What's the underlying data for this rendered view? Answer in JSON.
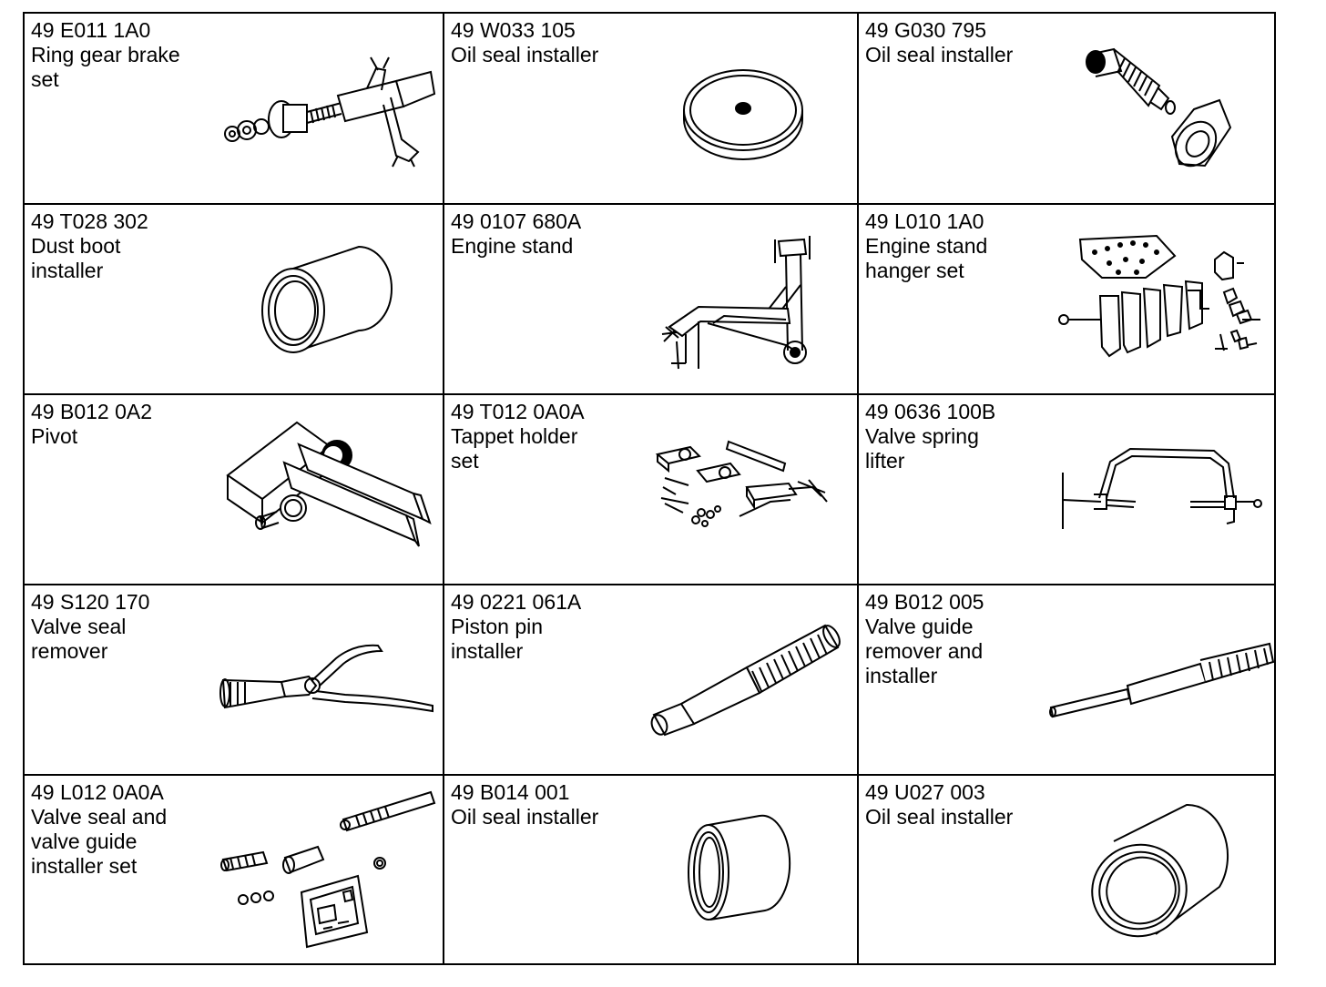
{
  "tools": [
    {
      "code": "49 E011 1A0",
      "desc": [
        "Ring gear brake",
        "set"
      ],
      "icon": "ring-gear-brake-icon"
    },
    {
      "code": "49 W033 105",
      "desc": [
        "Oil seal installer"
      ],
      "icon": "disc-seal-installer-icon"
    },
    {
      "code": "49 G030 795",
      "desc": [
        "Oil seal installer"
      ],
      "icon": "threaded-installer-icon"
    },
    {
      "code": "49 T028 302",
      "desc": [
        "Dust boot",
        "installer"
      ],
      "icon": "cylinder-installer-icon"
    },
    {
      "code": "49 0107 680A",
      "desc": [
        "Engine stand"
      ],
      "icon": "engine-stand-icon"
    },
    {
      "code": "49 L010 1A0",
      "desc": [
        "Engine stand",
        "hanger set"
      ],
      "icon": "hanger-set-icon"
    },
    {
      "code": "49 B012 0A2",
      "desc": [
        "Pivot"
      ],
      "icon": "pivot-icon"
    },
    {
      "code": "49 T012 0A0A",
      "desc": [
        "Tappet holder",
        "set"
      ],
      "icon": "tappet-holder-icon"
    },
    {
      "code": "49 0636 100B",
      "desc": [
        "Valve spring",
        "lifter"
      ],
      "icon": "valve-spring-lifter-icon"
    },
    {
      "code": "49 S120 170",
      "desc": [
        "Valve seal",
        "remover"
      ],
      "icon": "pliers-icon"
    },
    {
      "code": "49 0221 061A",
      "desc": [
        "Piston pin",
        "installer"
      ],
      "icon": "piston-pin-installer-icon"
    },
    {
      "code": "49 B012 005",
      "desc": [
        "Valve guide",
        "remover and",
        "installer"
      ],
      "icon": "valve-guide-tool-icon"
    },
    {
      "code": "49 L012 0A0A",
      "desc": [
        "Valve seal and",
        "valve guide",
        "installer set"
      ],
      "icon": "installer-set-icon"
    },
    {
      "code": "49 B014 001",
      "desc": [
        "Oil seal installer"
      ],
      "icon": "short-cylinder-installer-icon"
    },
    {
      "code": "49 U027 003",
      "desc": [
        "Oil seal installer"
      ],
      "icon": "large-cylinder-installer-icon"
    }
  ]
}
